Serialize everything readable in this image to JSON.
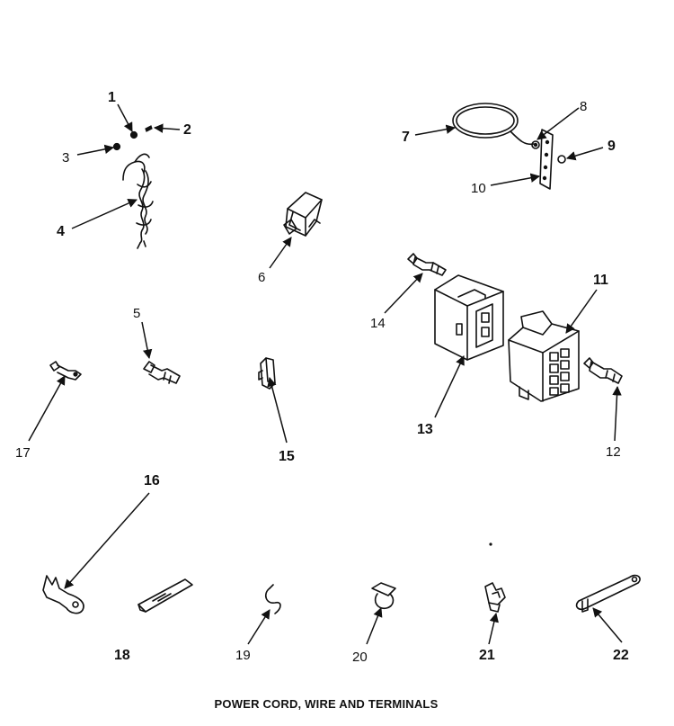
{
  "caption": "POWER CORD, WIRE AND TERMINALS",
  "colors": {
    "ink": "#111111",
    "background": "#ffffff"
  },
  "callouts": [
    "1",
    "2",
    "3",
    "4",
    "5",
    "6",
    "7",
    "8",
    "9",
    "10",
    "11",
    "12",
    "13",
    "14",
    "15",
    "16",
    "17",
    "18",
    "19",
    "20",
    "21",
    "22"
  ]
}
